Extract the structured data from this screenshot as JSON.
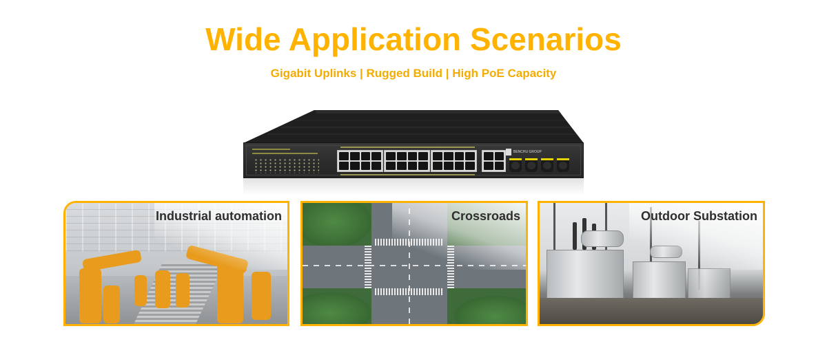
{
  "header": {
    "title": "Wide Application Scenarios",
    "subtitle": "Gigabit Uplinks | Rugged Build | High PoE Capacity"
  },
  "product": {
    "name": "industrial-poe-switch",
    "brand": "BENCHU GROUP",
    "rj45_ports": 24,
    "uplink_rj45_ports": 4,
    "sfp_ports": 4
  },
  "scenarios": [
    {
      "label": "Industrial automation",
      "image": "factory-robot-arms"
    },
    {
      "label": "Crossroads",
      "image": "aerial-intersection"
    },
    {
      "label": "Outdoor Substation",
      "image": "power-transformers"
    }
  ],
  "colors": {
    "accent": "#FFB300",
    "card_label": "#2E2E2E",
    "switch_body": "#2B2B2B"
  }
}
